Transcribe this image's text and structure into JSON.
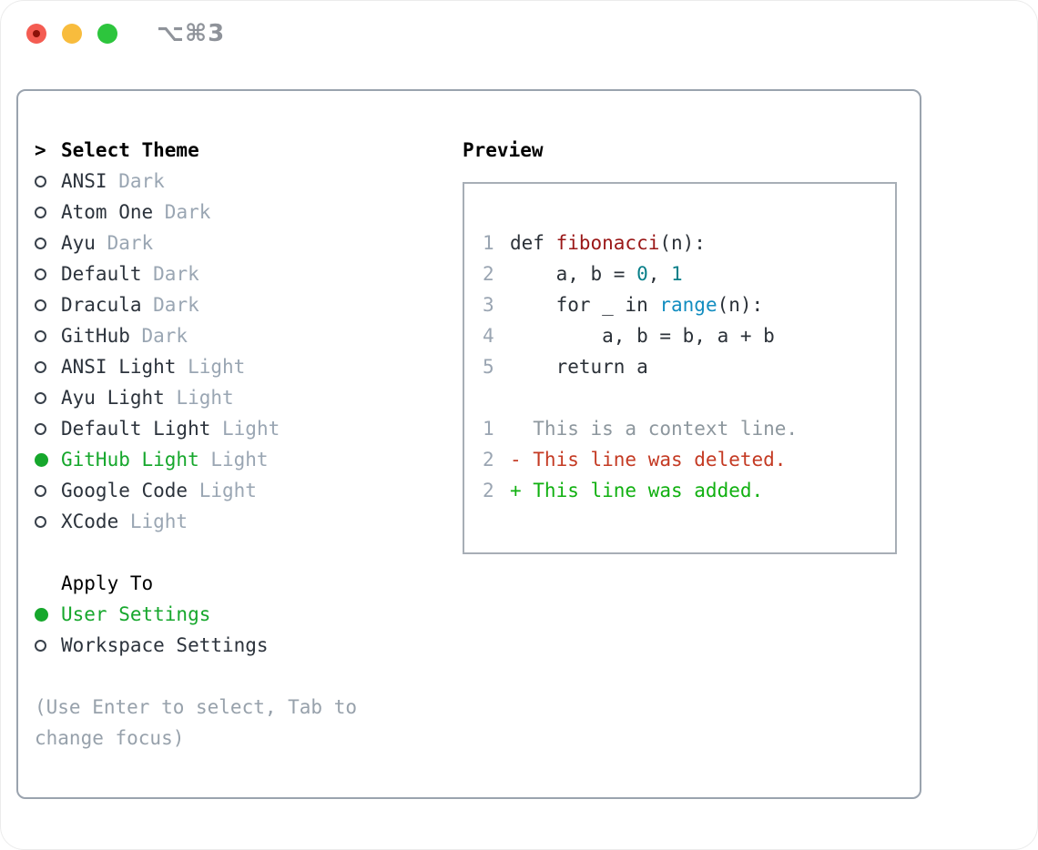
{
  "window": {
    "title_shortcut": "⌥⌘3"
  },
  "theme_list": {
    "header_marker": ">",
    "header": "Select Theme",
    "items": [
      {
        "name": "ANSI",
        "tag": "Dark",
        "selected": false
      },
      {
        "name": "Atom One",
        "tag": "Dark",
        "selected": false
      },
      {
        "name": "Ayu",
        "tag": "Dark",
        "selected": false
      },
      {
        "name": "Default",
        "tag": "Dark",
        "selected": false
      },
      {
        "name": "Dracula",
        "tag": "Dark",
        "selected": false
      },
      {
        "name": "GitHub",
        "tag": "Dark",
        "selected": false
      },
      {
        "name": "ANSI Light",
        "tag": "Light",
        "selected": false
      },
      {
        "name": "Ayu Light",
        "tag": "Light",
        "selected": false
      },
      {
        "name": "Default Light",
        "tag": "Light",
        "selected": false
      },
      {
        "name": "GitHub Light",
        "tag": "Light",
        "selected": true
      },
      {
        "name": "Google Code",
        "tag": "Light",
        "selected": false
      },
      {
        "name": "XCode",
        "tag": "Light",
        "selected": false
      }
    ]
  },
  "apply_to": {
    "header": "Apply To",
    "items": [
      {
        "name": "User Settings",
        "selected": true
      },
      {
        "name": "Workspace Settings",
        "selected": false
      }
    ]
  },
  "help_text": "(Use Enter to select, Tab to change focus)",
  "preview": {
    "header": "Preview",
    "lines": [
      {
        "no": "1",
        "tokens": [
          {
            "t": "def ",
            "c": "plain"
          },
          {
            "t": "fibonacci",
            "c": "func"
          },
          {
            "t": "(n):",
            "c": "plain"
          }
        ]
      },
      {
        "no": "2",
        "tokens": [
          {
            "t": "    a, b = ",
            "c": "plain"
          },
          {
            "t": "0",
            "c": "num"
          },
          {
            "t": ", ",
            "c": "plain"
          },
          {
            "t": "1",
            "c": "num"
          }
        ]
      },
      {
        "no": "3",
        "tokens": [
          {
            "t": "    for _ in ",
            "c": "plain"
          },
          {
            "t": "range",
            "c": "builtin"
          },
          {
            "t": "(n):",
            "c": "plain"
          }
        ]
      },
      {
        "no": "4",
        "tokens": [
          {
            "t": "        a, b = b, a + b",
            "c": "plain"
          }
        ]
      },
      {
        "no": "5",
        "tokens": [
          {
            "t": "    return a",
            "c": "plain"
          }
        ]
      },
      {
        "no": "",
        "tokens": []
      },
      {
        "no": "1",
        "tokens": [
          {
            "t": "  This is a context line.",
            "c": "context"
          }
        ]
      },
      {
        "no": "2",
        "tokens": [
          {
            "t": "- This line was deleted.",
            "c": "deleted"
          }
        ]
      },
      {
        "no": "2",
        "tokens": [
          {
            "t": "+ This line was added.",
            "c": "added"
          }
        ]
      }
    ]
  },
  "colors": {
    "traffic_red": "#f45c52",
    "traffic_red_dot": "#8c1209",
    "traffic_yellow": "#f8bc3d",
    "traffic_green": "#2dc53d",
    "titlebar_text": "#8f939a",
    "panel_border": "#9aa3ae",
    "preview_border": "#a7aeb6",
    "header_text": "#000000",
    "text_primary": "#2c333c",
    "tag_gray": "#9aa6b3",
    "help_gray": "#97a1ab",
    "accent_green": "#16a72c",
    "radio_outline": "#39414b",
    "lineno_gray": "#9aa5b2",
    "code_plain": "#2b3138",
    "func_red": "#9a1717",
    "num_teal": "#087f89",
    "builtin_blue": "#128dc0",
    "context_gray": "#8d979e",
    "deleted_red": "#c43a23",
    "added_green": "#10b010"
  }
}
